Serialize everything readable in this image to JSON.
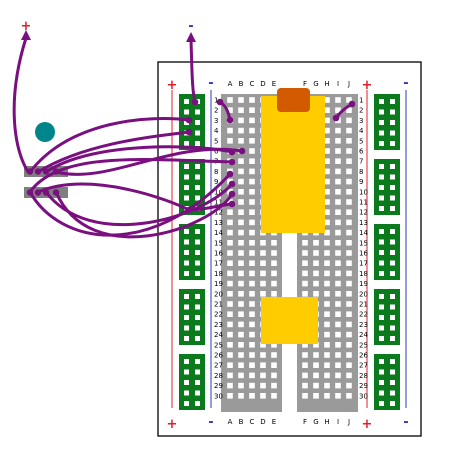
{
  "colors": {
    "board_bg": "#ffffff",
    "board_border": "#000000",
    "strip": "#9a9a9a",
    "hole": "#ffffff",
    "rail": "#0b7a1c",
    "plus": "#e0202a",
    "minus": "#2b3ab8",
    "chip": "#ffcc00",
    "chip_tab": "#d25a00",
    "wire": "#7a0f80",
    "round_dot": "#00858a",
    "connector": "#7f7f7f"
  },
  "power": {
    "left_top_sign": "+",
    "right_top_sign": "-",
    "rail_plus": "+",
    "rail_minus": "-"
  },
  "breadboard": {
    "columns_left": [
      "A",
      "B",
      "C",
      "D",
      "E"
    ],
    "columns_right": [
      "F",
      "G",
      "H",
      "I",
      "J"
    ],
    "rows": [
      "1",
      "2",
      "3",
      "4",
      "5",
      "6",
      "7",
      "8",
      "9",
      "10",
      "11",
      "12",
      "13",
      "14",
      "15",
      "16",
      "17",
      "18",
      "19",
      "20",
      "21",
      "22",
      "23",
      "24",
      "25",
      "26",
      "27",
      "28",
      "29",
      "30"
    ]
  }
}
